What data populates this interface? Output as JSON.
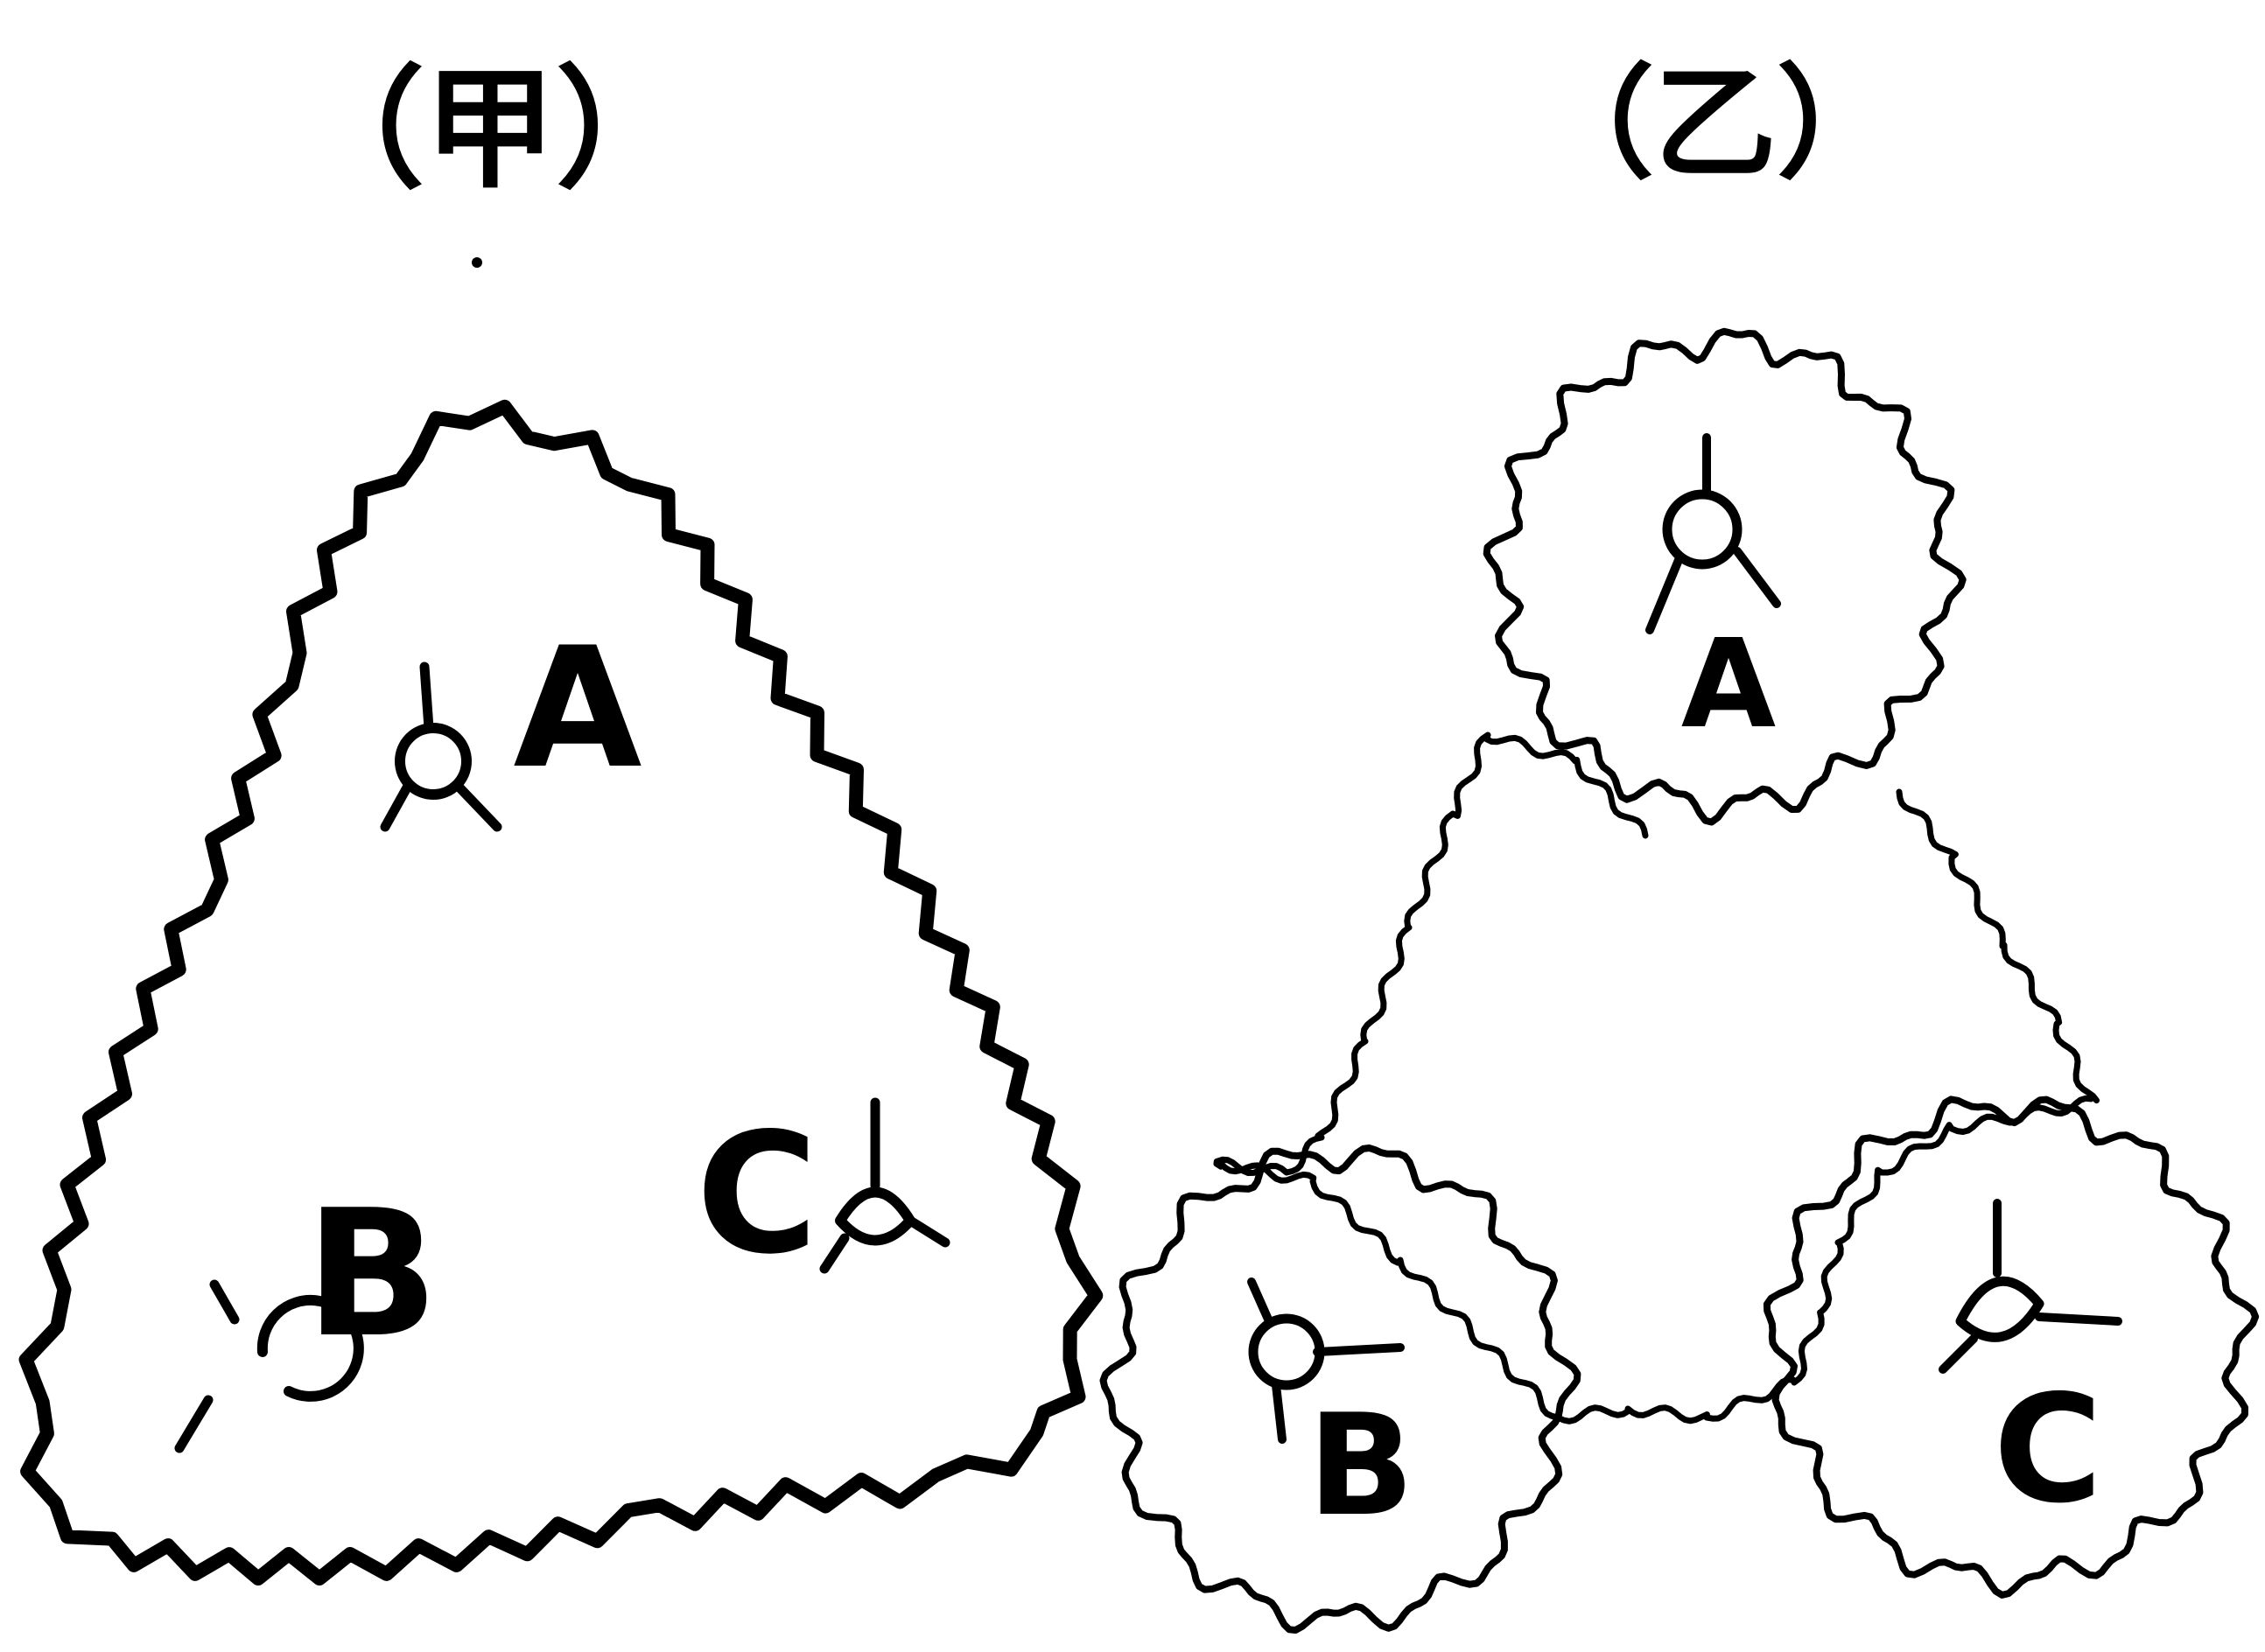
{
  "captions": {
    "left": "（甲）",
    "right": "（乙）"
  },
  "left_panel": {
    "cells": [
      {
        "label": "A"
      },
      {
        "label": "B"
      },
      {
        "label": "C"
      }
    ]
  },
  "right_panel": {
    "cells": [
      {
        "label": "A"
      },
      {
        "label": "B"
      },
      {
        "label": "C"
      }
    ]
  },
  "colors": {
    "ink": "#000000",
    "background": "#ffffff"
  }
}
